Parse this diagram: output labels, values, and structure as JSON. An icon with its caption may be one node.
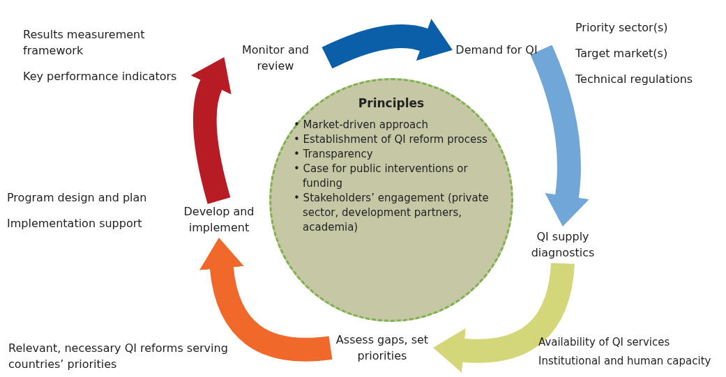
{
  "diagram": {
    "nodes": [
      {
        "text": [
          "Principles",
          "• Market-driven approach",
          "• Establishment of QI reform process",
          "• Transparency",
          "• Case for public interventions or funding",
          "• Stakeholders’ engagement (private sector, development partners, academia)"
        ]
      },
      {
        "text": [
          "Monitor and review"
        ],
        "beside": [
          "Results measurement framework",
          "Key performance indicators"
        ]
      },
      {
        "text": [
          "Demand for QI"
        ],
        "beside": [
          "Priority sector(s)",
          "Target market(s)",
          "Technical regulations"
        ]
      },
      {
        "text": [
          "QI supply diagnostics"
        ],
        "beside": [
          "Availability of QI services",
          "Institutional and human capacity"
        ]
      },
      {
        "text": [
          "Assess gaps, set priorities"
        ],
        "beside": [
          "Relevant, necessary QI reforms serving countries’ priorities"
        ]
      },
      {
        "text": [
          "Develop and implement"
        ],
        "beside": [
          "Program design and plan",
          "Implementation support"
        ]
      }
    ],
    "edges": [
      {
        "from": 1,
        "to": 2,
        "arrow": "to",
        "color": "#0b5fa8"
      },
      {
        "from": 2,
        "to": 3,
        "arrow": "to",
        "color": "#70a6d8"
      },
      {
        "from": 3,
        "to": 4,
        "arrow": "to",
        "color": "#d3d77a"
      },
      {
        "from": 4,
        "to": 5,
        "arrow": "to",
        "color": "#f0692b"
      },
      {
        "from": 5,
        "to": 1,
        "arrow": "to",
        "color": "#b71c25"
      }
    ]
  }
}
